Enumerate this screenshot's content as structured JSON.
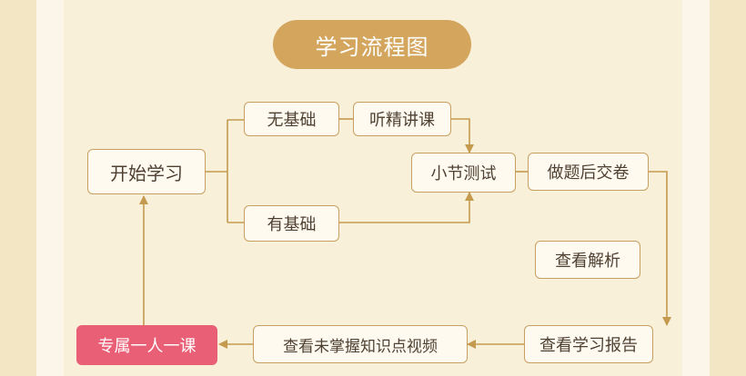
{
  "title": "学习流程图",
  "nodes": {
    "start": "开始学习",
    "no_basis": "无基础",
    "lecture": "听精讲课",
    "has_basis": "有基础",
    "section_quiz": "小节测试",
    "submit": "做题后交卷",
    "analysis": "查看解析",
    "report": "查看学习报告",
    "videos": "查看未掌握知识点视频",
    "one_on_one": "专属一人一课"
  },
  "colors": {
    "background": "#f3e6c4",
    "panel": "#f9f0d9",
    "title_pill": "#d3a55d",
    "node_border": "#c7a061",
    "arrow": "#c49a4f",
    "highlight": "#e85f76",
    "text": "#4f4132"
  }
}
